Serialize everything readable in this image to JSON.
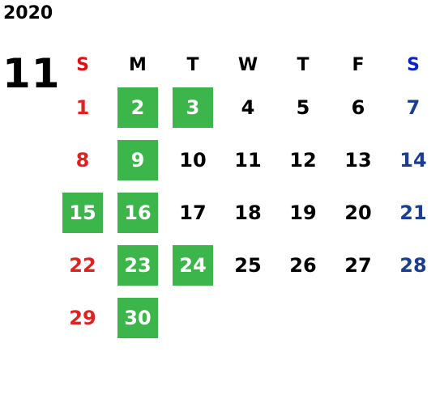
{
  "year": "2020",
  "month": "11",
  "weekdays": [
    "S",
    "M",
    "T",
    "W",
    "T",
    "F",
    "S"
  ],
  "weeks": [
    [
      {
        "day": "1",
        "type": "sun",
        "highlight": false
      },
      {
        "day": "2",
        "type": "weekday",
        "highlight": true
      },
      {
        "day": "3",
        "type": "weekday",
        "highlight": true
      },
      {
        "day": "4",
        "type": "weekday",
        "highlight": false
      },
      {
        "day": "5",
        "type": "weekday",
        "highlight": false
      },
      {
        "day": "6",
        "type": "weekday",
        "highlight": false
      },
      {
        "day": "7",
        "type": "sat",
        "highlight": false
      }
    ],
    [
      {
        "day": "8",
        "type": "sun",
        "highlight": false
      },
      {
        "day": "9",
        "type": "weekday",
        "highlight": true
      },
      {
        "day": "10",
        "type": "weekday",
        "highlight": false
      },
      {
        "day": "11",
        "type": "weekday",
        "highlight": false
      },
      {
        "day": "12",
        "type": "weekday",
        "highlight": false
      },
      {
        "day": "13",
        "type": "weekday",
        "highlight": false
      },
      {
        "day": "14",
        "type": "sat",
        "highlight": false
      }
    ],
    [
      {
        "day": "15",
        "type": "sun",
        "highlight": true
      },
      {
        "day": "16",
        "type": "weekday",
        "highlight": true
      },
      {
        "day": "17",
        "type": "weekday",
        "highlight": false
      },
      {
        "day": "18",
        "type": "weekday",
        "highlight": false
      },
      {
        "day": "19",
        "type": "weekday",
        "highlight": false
      },
      {
        "day": "20",
        "type": "weekday",
        "highlight": false
      },
      {
        "day": "21",
        "type": "sat",
        "highlight": false
      }
    ],
    [
      {
        "day": "22",
        "type": "sun",
        "highlight": false
      },
      {
        "day": "23",
        "type": "weekday",
        "highlight": true
      },
      {
        "day": "24",
        "type": "weekday",
        "highlight": true
      },
      {
        "day": "25",
        "type": "weekday",
        "highlight": false
      },
      {
        "day": "26",
        "type": "weekday",
        "highlight": false
      },
      {
        "day": "27",
        "type": "weekday",
        "highlight": false
      },
      {
        "day": "28",
        "type": "sat",
        "highlight": false
      }
    ],
    [
      {
        "day": "29",
        "type": "sun",
        "highlight": false
      },
      {
        "day": "30",
        "type": "weekday",
        "highlight": true
      },
      {
        "day": "",
        "type": "empty",
        "highlight": false
      },
      {
        "day": "",
        "type": "empty",
        "highlight": false
      },
      {
        "day": "",
        "type": "empty",
        "highlight": false
      },
      {
        "day": "",
        "type": "empty",
        "highlight": false
      },
      {
        "day": "",
        "type": "empty",
        "highlight": false
      }
    ]
  ],
  "colors": {
    "highlight": "#3cb54a",
    "sunday": "#dd2222",
    "saturday": "#1a3d8f",
    "sunday_header": "#e01010",
    "saturday_header": "#0a22cc"
  }
}
